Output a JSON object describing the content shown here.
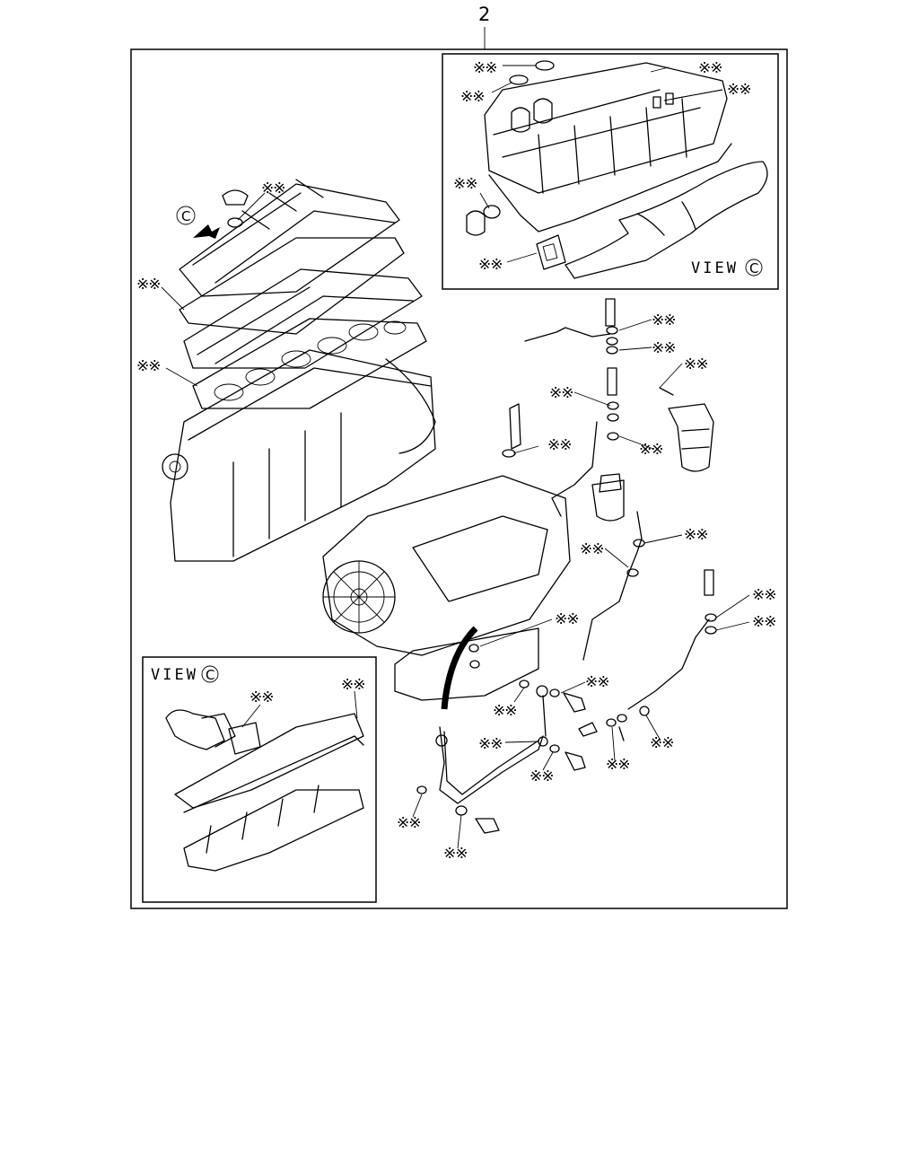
{
  "diagram": {
    "ref_number": "2",
    "part_marker": "※※",
    "view_label": "VIEW",
    "view_circle": "C"
  }
}
